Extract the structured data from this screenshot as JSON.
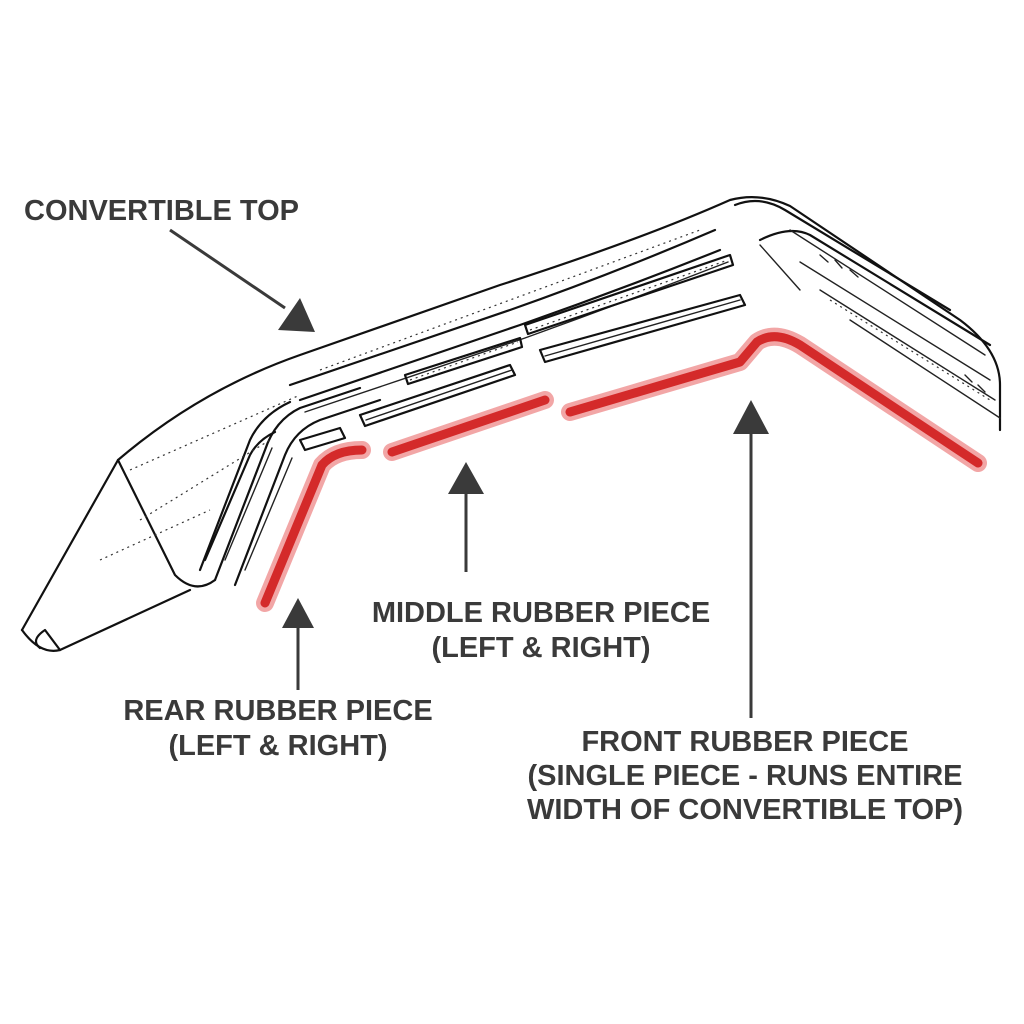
{
  "labels": {
    "convertible_top": "CONVERTIBLE TOP",
    "middle_line1": "MIDDLE RUBBER PIECE",
    "middle_line2": "(LEFT & RIGHT)",
    "rear_line1": "REAR RUBBER PIECE",
    "rear_line2": "(LEFT & RIGHT)",
    "front_line1": "FRONT RUBBER PIECE",
    "front_line2": "(SINGLE PIECE - RUNS ENTIRE",
    "front_line3": "WIDTH OF CONVERTIBLE TOP)"
  },
  "colors": {
    "highlight": "#d42a2a",
    "highlight_glow": "#f2a6a6",
    "label_text": "#3a3a3a",
    "line_art": "#111111"
  }
}
